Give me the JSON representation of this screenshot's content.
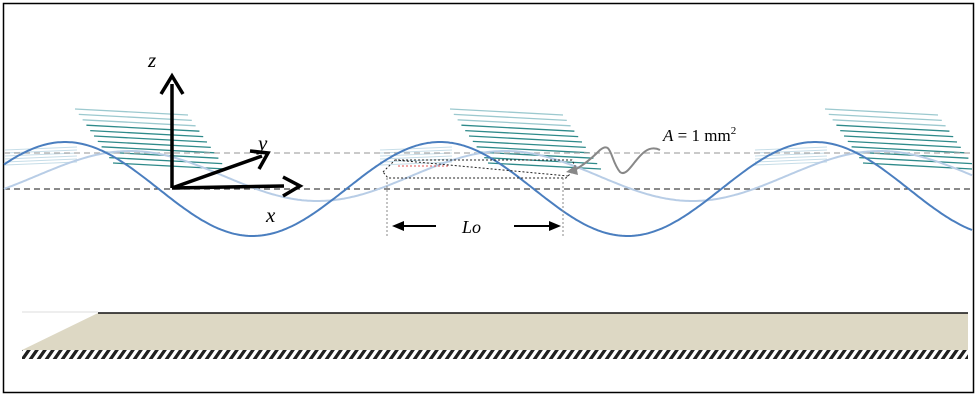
{
  "axes": {
    "z_label": "z",
    "y_label": "y",
    "x_label": "x"
  },
  "annotation": {
    "area_symbol": "A",
    "area_text": " = 1 mm",
    "area_superscript": "2"
  },
  "dimension": {
    "length_label": "Lo"
  },
  "colors": {
    "front_wave": "#4a7ebf",
    "back_wave": "#b8cde6",
    "crest_lines": "#2e8a8a",
    "seabed": "#ddd8c4",
    "hatch": "#222222",
    "dashed_line": "#444444",
    "frame": "#000000"
  }
}
